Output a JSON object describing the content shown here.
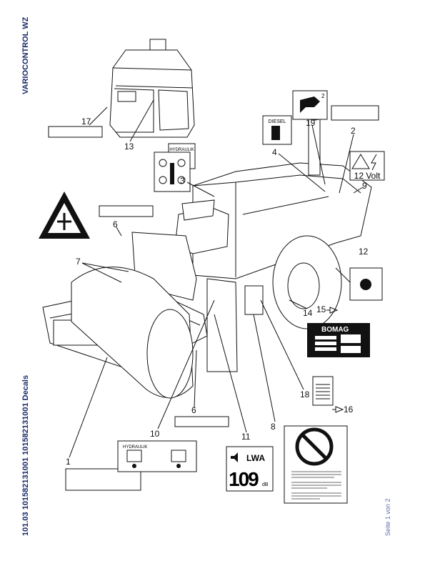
{
  "header": {
    "title": "VARIOCONTROL WZ"
  },
  "footer": {
    "doc_ref": "101.03 101582131001 101582131001 Decals",
    "page": "Seite 1 von 2"
  },
  "callouts": [
    "17",
    "13",
    "3",
    "4",
    "19",
    "2",
    "9",
    "6",
    "7",
    "12",
    "15",
    "14",
    "18",
    "16",
    "6",
    "8",
    "10",
    "11",
    "1"
  ],
  "decals": {
    "battery_voltage": "12 Volt",
    "fuel": "DIESEL",
    "hydraulic_oil": "HYDRAULIK",
    "hydraulic_level": "HYDRAULIK",
    "noise_value": "109",
    "noise_unit": "dB",
    "noise_label": "LWA",
    "brand": "BOMAG"
  },
  "icons": [
    "warning-triangle-icon",
    "crush-hazard-icon",
    "fuel-pump-icon",
    "oil-drop-icon",
    "hand-lever-icon",
    "lightning-icon",
    "speaker-icon",
    "no-spray-icon",
    "arrow-right-icon"
  ]
}
